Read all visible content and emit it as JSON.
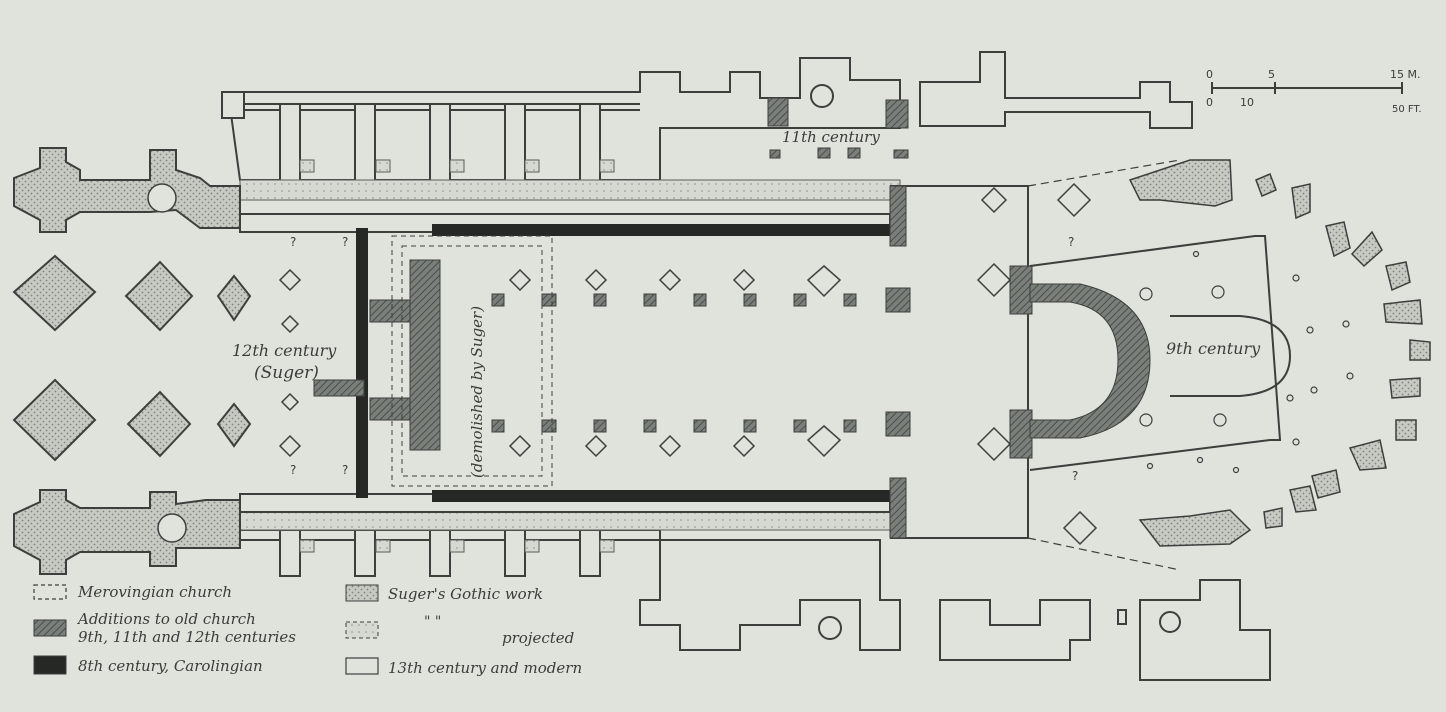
{
  "labels": {
    "c11": "11th century",
    "c12a": "12th century",
    "c12b": "(Suger)",
    "c9": "9th century",
    "demolished": "(demolished by Suger)",
    "q": "?"
  },
  "scale": {
    "m_ticks": [
      "0",
      "5",
      "15 M."
    ],
    "ft_ticks": [
      "0",
      "10",
      "50 FT."
    ]
  },
  "legend": [
    {
      "text": "Merovingian church"
    },
    {
      "text": "Additions to old church",
      "text2": "9th, 11th and 12th centuries"
    },
    {
      "text": "8th century, Carolingian"
    },
    {
      "text": "Suger's Gothic work"
    },
    {
      "text": "\"          \"",
      "text2": "projected"
    },
    {
      "text": "13th century and modern"
    }
  ],
  "colors": {
    "background": "#dfe3dc",
    "line": "#3c3f3c",
    "suger_stipple": "#b9beb6",
    "additions": "#6f746f",
    "carolingian": "#262826"
  }
}
